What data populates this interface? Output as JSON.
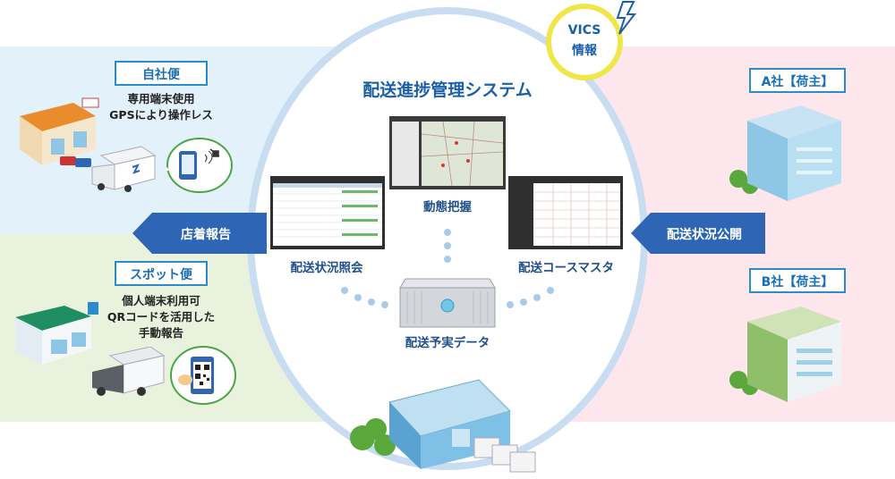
{
  "system_title": "配送進捗管理システム",
  "vics": {
    "line1": "VICS",
    "line2": "情報"
  },
  "left_top": {
    "label": "自社便",
    "desc_line1": "専用端末使用",
    "desc_line2": "GPSにより操作レス"
  },
  "left_bottom": {
    "label": "スポット便",
    "desc_line1": "個人端末利用可",
    "desc_line2": "QRコードを活用した",
    "desc_line3": "手動報告"
  },
  "right_top": {
    "label": "A社【荷主】"
  },
  "right_bottom": {
    "label": "B社【荷主】"
  },
  "left_arrow": "店着報告",
  "right_arrow": "配送状況公開",
  "screens": {
    "map": "動態把握",
    "status": "配送状況照会",
    "course": "配送コースマスタ"
  },
  "server": "配送予実データ",
  "colors": {
    "left_top_bg": "#e3f1fb",
    "left_bottom_bg": "#e9f2dc",
    "right_bg": "#fde6ec",
    "accent": "#2e6bb3",
    "circle": "#c8dcf2"
  }
}
